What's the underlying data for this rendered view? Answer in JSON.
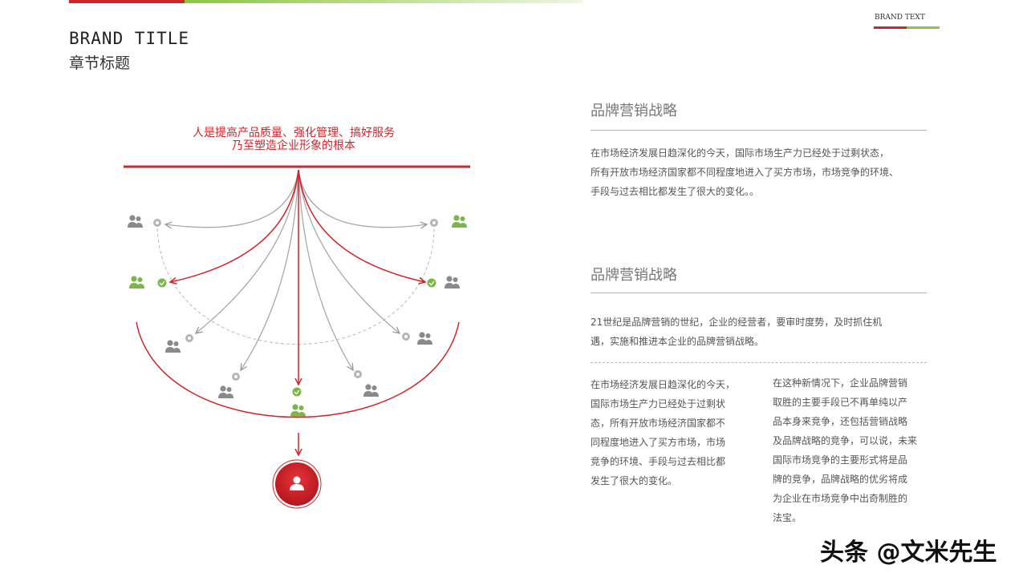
{
  "header": {
    "brand_title": "BRAND  TITLE",
    "chapter_title": "章节标题",
    "brand_text": "BRAND  TEXT"
  },
  "diagram": {
    "caption_line1": "人是提高产品质量、强化管理、搞好服务",
    "caption_line2": "乃至塑造企业形象的根本",
    "nodes": [
      {
        "status": "inactive",
        "icon": "people-icon",
        "color": "gray"
      },
      {
        "status": "active",
        "icon": "people-icon",
        "color": "green"
      },
      {
        "status": "inactive",
        "icon": "people-icon",
        "color": "gray"
      },
      {
        "status": "inactive",
        "icon": "people-icon",
        "color": "gray"
      },
      {
        "status": "active",
        "icon": "people-icon",
        "color": "green"
      },
      {
        "status": "inactive",
        "icon": "people-icon",
        "color": "gray"
      },
      {
        "status": "inactive",
        "icon": "people-icon",
        "color": "gray"
      },
      {
        "status": "active",
        "icon": "people-icon",
        "color": "green"
      },
      {
        "status": "inactive",
        "icon": "people-icon",
        "color": "green"
      }
    ],
    "result_icon": "person-icon",
    "colors": {
      "red": "#d0252c",
      "green": "#7ab648",
      "gray": "#8a8a8a"
    }
  },
  "section1": {
    "title": "品牌营销战略",
    "lines": [
      "在市场经济发展日趋深化的今天，国际市场生产力已经处于过剩状态，",
      "所有开放市场经济国家都不同程度地进入了买方市场，市场竞争的环境、",
      "手段与过去相比都发生了很大的变化。。"
    ]
  },
  "section2": {
    "title": "品牌营销战略",
    "lines": [
      "21世纪是品牌营销的世纪，企业的经营者，要审时度势，及时抓住机",
      "遇，实施和推进本企业的品牌营销战略。"
    ],
    "left_lines": [
      "在市场经济发展日趋深化的今天，",
      "国际市场生产力已经处于过剩状",
      "态，所有开放市场经济国家都不",
      "同程度地进入了买方市场，市场",
      "竞争的环境、手段与过去相比都",
      "发生了很大的变化。"
    ],
    "right_lines": [
      "在这种新情况下，企业品牌营销",
      "取胜的主要手段已不再单纯以产",
      "品本身来竞争，还包括营销战略",
      "及品牌战略的竞争，可以说，未来",
      "国际市场竞争的主要形式将是品",
      "牌的竞争，品牌战略的优劣将成",
      "为企业在市场竞争中出奇制胜的",
      "法宝。"
    ]
  },
  "watermark": "头条 @文米先生"
}
